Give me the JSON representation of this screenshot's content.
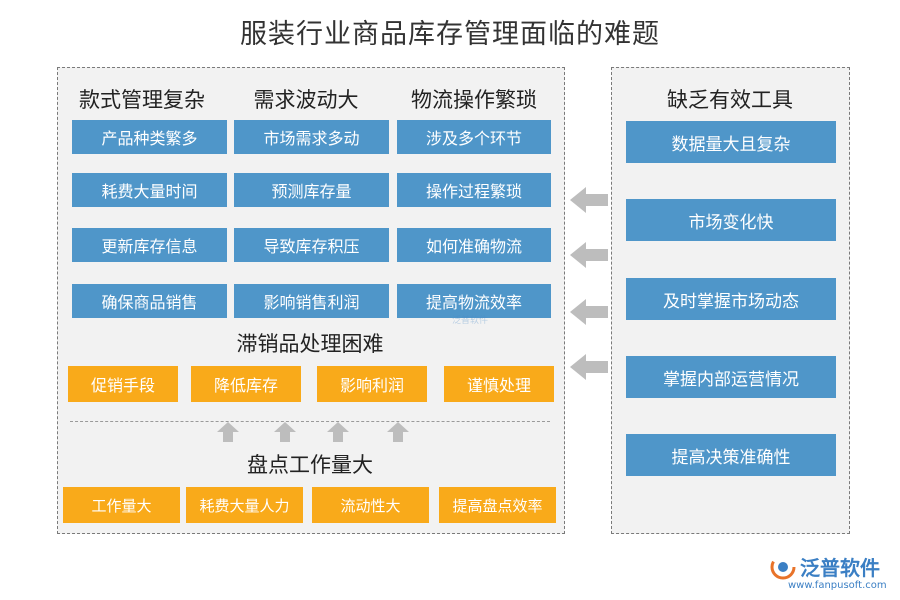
{
  "title": "服装行业商品库存管理面临的难题",
  "left_panel": {
    "columns": [
      {
        "heading": "款式管理复杂",
        "items": [
          "产品种类繁多",
          "耗费大量时间",
          "更新库存信息",
          "确保商品销售"
        ]
      },
      {
        "heading": "需求波动大",
        "items": [
          "市场需求多动",
          "预测库存量",
          "导致库存积压",
          "影响销售利润"
        ]
      },
      {
        "heading": "物流操作繁琐",
        "items": [
          "涉及多个环节",
          "操作过程繁琐",
          "如何准确物流",
          "提高物流效率"
        ]
      }
    ],
    "slow_moving": {
      "heading": "滞销品处理困难",
      "items": [
        "促销手段",
        "降低库存",
        "影响利润",
        "谨慎处理"
      ]
    },
    "inventory_count": {
      "heading": "盘点工作量大",
      "items": [
        "工作量大",
        "耗费大量人力",
        "流动性大",
        "提高盘点效率"
      ]
    }
  },
  "right_panel": {
    "heading": "缺乏有效工具",
    "items": [
      "数据量大且复杂",
      "市场变化快",
      "及时掌握市场动态",
      "掌握内部运营情况",
      "提高决策准确性"
    ]
  },
  "colors": {
    "blue": "#4f96c9",
    "orange": "#f9aa1a",
    "arrow": "#bdbdbd",
    "panel": "#f2f2f2"
  },
  "watermark": {
    "brand": "泛普软件",
    "url": "www.fanpusoft.com"
  }
}
